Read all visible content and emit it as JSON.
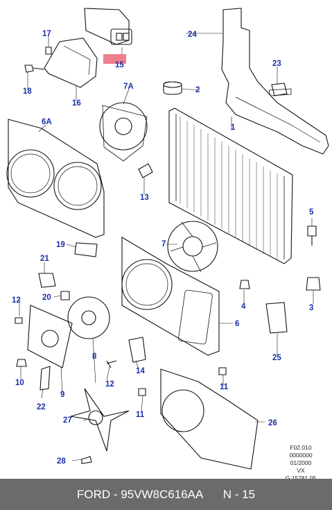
{
  "parts": [
    {
      "id": "p1",
      "label": "1"
    },
    {
      "id": "p2",
      "label": "2"
    },
    {
      "id": "p3",
      "label": "3"
    },
    {
      "id": "p4",
      "label": "4"
    },
    {
      "id": "p5",
      "label": "5"
    },
    {
      "id": "p6",
      "label": "6"
    },
    {
      "id": "p6a",
      "label": "6A"
    },
    {
      "id": "p7",
      "label": "7"
    },
    {
      "id": "p7a",
      "label": "7A"
    },
    {
      "id": "p8",
      "label": "8"
    },
    {
      "id": "p9",
      "label": "9"
    },
    {
      "id": "p10",
      "label": "10"
    },
    {
      "id": "p11a",
      "label": "11"
    },
    {
      "id": "p11b",
      "label": "11"
    },
    {
      "id": "p12a",
      "label": "12"
    },
    {
      "id": "p12b",
      "label": "12"
    },
    {
      "id": "p13",
      "label": "13"
    },
    {
      "id": "p14",
      "label": "14"
    },
    {
      "id": "p15",
      "label": "15"
    },
    {
      "id": "p16",
      "label": "16"
    },
    {
      "id": "p17",
      "label": "17"
    },
    {
      "id": "p18",
      "label": "18"
    },
    {
      "id": "p19",
      "label": "19"
    },
    {
      "id": "p20",
      "label": "20"
    },
    {
      "id": "p21",
      "label": "21"
    },
    {
      "id": "p22",
      "label": "22"
    },
    {
      "id": "p23",
      "label": "23"
    },
    {
      "id": "p24",
      "label": "24"
    },
    {
      "id": "p25",
      "label": "25"
    },
    {
      "id": "p26",
      "label": "26"
    },
    {
      "id": "p27",
      "label": "27"
    },
    {
      "id": "p28",
      "label": "28"
    }
  ],
  "highlight_color": "#ee7f8d",
  "callout_color": "#1a2fa8",
  "meta_lines": [
    "F02.010",
    "0000000",
    "01/2000",
    "VX",
    "G 15781 05"
  ],
  "footer": {
    "brand": "FORD",
    "part_number": "95VW8C616AA",
    "position": "N - 15",
    "background": "#6b6b6b"
  }
}
